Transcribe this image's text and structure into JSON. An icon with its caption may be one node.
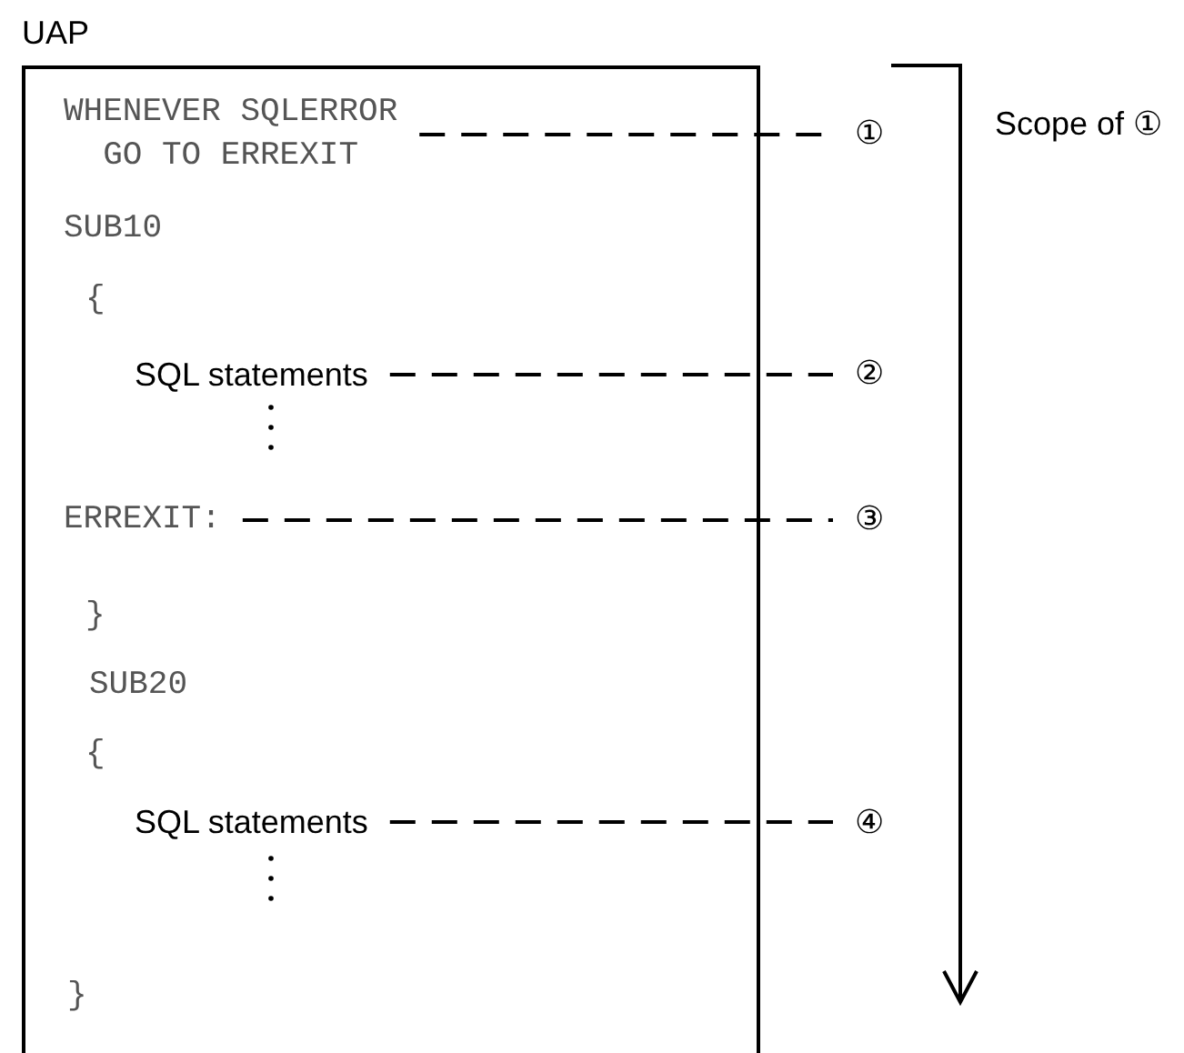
{
  "diagram": {
    "nodes": [
      {
        "text": [
          "UAP"
        ]
      },
      {
        "text": [
          "WHENEVER SQLERROR GO TO ERREXIT"
        ],
        "in": 0
      },
      {
        "text": [
          "SQL statements"
        ],
        "in": 0
      },
      {
        "text": [
          "ERREXIT:"
        ],
        "in": 0
      },
      {
        "text": [
          "SQL statements"
        ],
        "in": 0
      },
      {
        "text": [
          "①"
        ]
      },
      {
        "text": [
          "②"
        ]
      },
      {
        "text": [
          "③"
        ]
      },
      {
        "text": [
          "④"
        ]
      }
    ],
    "edges": [
      {
        "from": 1,
        "to": 5,
        "arrow": "none",
        "style": "dashed"
      },
      {
        "from": 2,
        "to": 6,
        "arrow": "none",
        "style": "dashed"
      },
      {
        "from": 3,
        "to": 7,
        "arrow": "none",
        "style": "dashed"
      },
      {
        "from": 4,
        "to": 8,
        "arrow": "none",
        "style": "dashed"
      }
    ],
    "labels": [
      "SUB10",
      "{",
      "}",
      "SUB20",
      "{",
      "}",
      "Scope of ①"
    ]
  }
}
